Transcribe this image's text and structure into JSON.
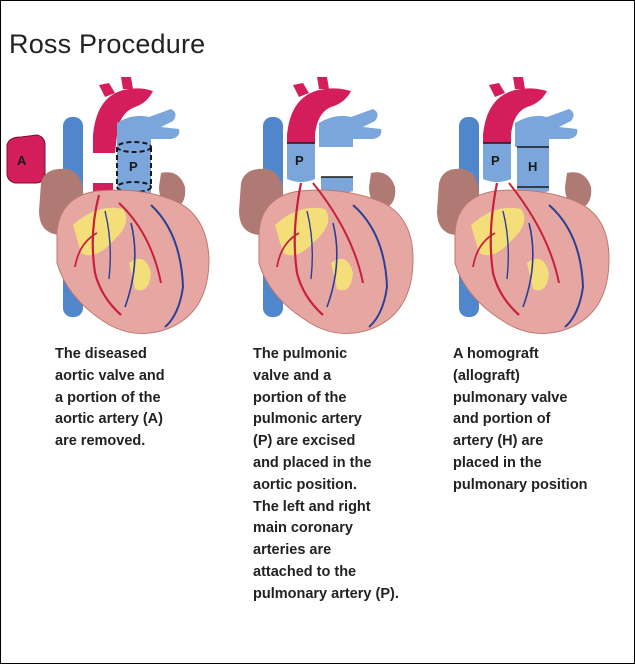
{
  "title": "Ross Procedure",
  "panels": [
    {
      "labels": [
        "A",
        "P"
      ],
      "caption": "The diseased\naortic valve and\na portion of the\naortic artery (A)\nare removed."
    },
    {
      "labels": [
        "P"
      ],
      "caption": "The pulmonic\nvalve and a\nportion of the\npulmonic artery\n(P) are excised\nand placed in the\naortic position.\nThe left and right\nmain coronary\narteries are\nattached to the\npulmonary artery (P)."
    },
    {
      "labels": [
        "P",
        "H"
      ],
      "caption": "A homograft\n(allograft)\npulmonary valve\nand portion of\nartery (H) are\nplaced in the\npulmonary position"
    }
  ],
  "colors": {
    "aorta": "#d31e5b",
    "pulmonary": "#7aa6dc",
    "vein": "#4f86cc",
    "myocardium": "#e6a7a3",
    "atrium": "#b07a74",
    "fat": "#f3de7a",
    "coronary_artery": "#c8203a",
    "coronary_vein": "#2a3f96"
  }
}
